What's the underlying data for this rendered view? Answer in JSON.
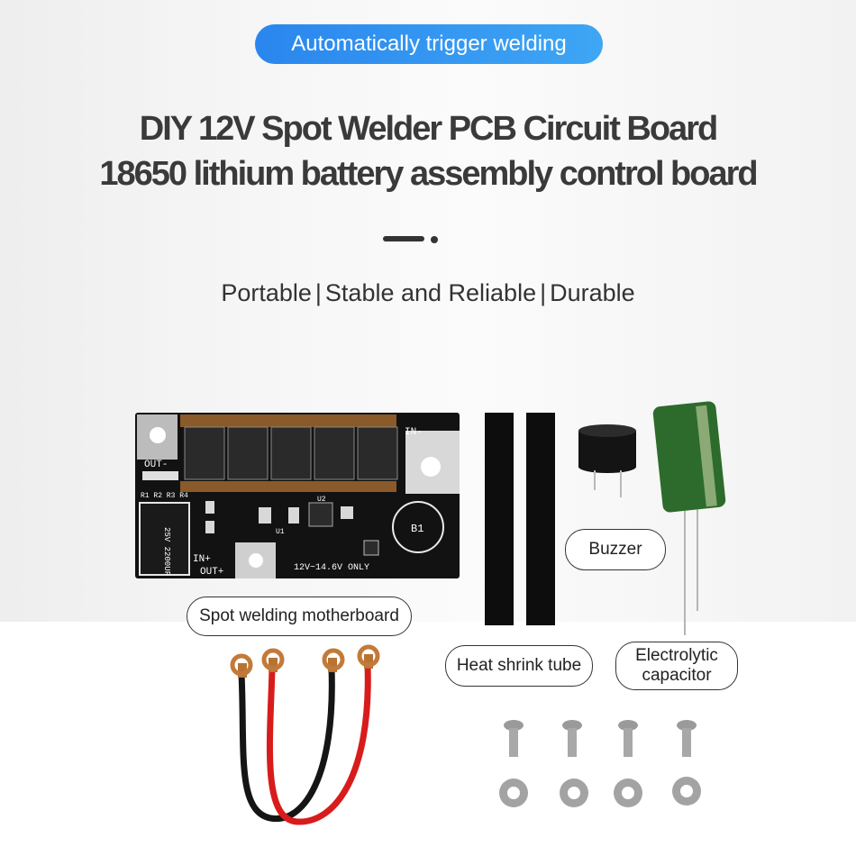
{
  "badge": "Automatically trigger welding",
  "title_line1": "DIY 12V Spot Welder PCB Circuit Board",
  "title_line2": "18650 lithium battery assembly control board",
  "features": [
    "Portable",
    "Stable and Reliable",
    "Durable"
  ],
  "feature_separator": "|",
  "labels": {
    "motherboard": "Spot welding motherboard",
    "heat_shrink": "Heat shrink tube",
    "electrolytic_line1": "Electrolytic",
    "electrolytic_line2": "capacitor",
    "buzzer": "Buzzer"
  },
  "pcb_markings": {
    "out_minus": "OUT-",
    "in_minus": "IN-",
    "in_plus": "IN+",
    "out_plus": "OUT+",
    "resistors": "R1 R2 R3 R4",
    "capacitor_rating": "25V 2200UF",
    "voltage": "12V~14.6V ONLY",
    "buzzer_ref": "B1",
    "chip_ref": "U2",
    "u1": "U1"
  },
  "colors": {
    "badge": "#2a86ee",
    "pcb": "#111111",
    "wire_red": "#d81c1c",
    "wire_black": "#151515",
    "capacitor": "#2d6b2c"
  }
}
